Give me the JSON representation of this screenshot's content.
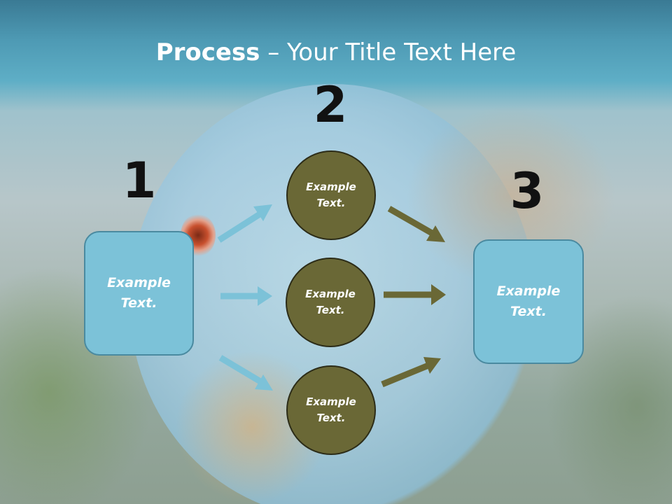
{
  "title": {
    "strong": "Process",
    "rest": " – Your Title Text Here"
  },
  "steps": {
    "one": "1",
    "two": "2",
    "three": "3"
  },
  "boxes": {
    "left": "Example Text.",
    "right": "Example Text."
  },
  "circles": {
    "top": "Example Text.",
    "middle": "Example Text.",
    "bottom": "Example Text."
  },
  "colors": {
    "box_fill": "#7cc2d8",
    "circle_fill": "#6a6836",
    "arrow_blue": "#7cc2d8",
    "arrow_olive": "#6a6836",
    "title_band": "#5eaec6"
  },
  "icons": {
    "arrow": "arrow-right"
  }
}
